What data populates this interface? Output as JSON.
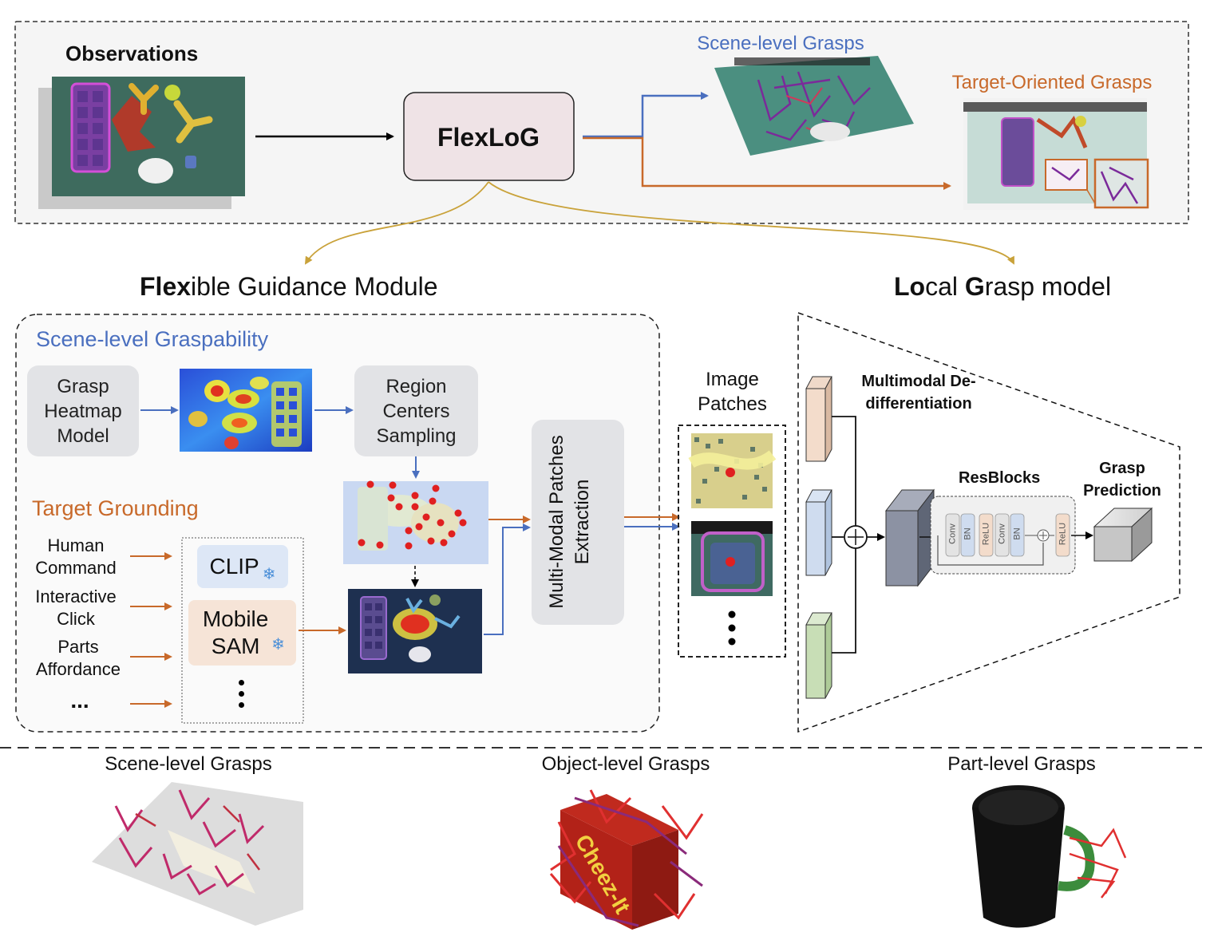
{
  "top_panel": {
    "observations_title": "Observations",
    "flexlog_label": "FlexLoG",
    "scene_grasps_title": "Scene-level Grasps",
    "target_grasps_title": "Target-Oriented Grasps"
  },
  "headings": {
    "fgm_bold": "Flex",
    "fgm_rest": "ible Guidance Module",
    "lgm_bold1": "Lo",
    "lgm_mid": "cal ",
    "lgm_bold2": "G",
    "lgm_rest": "rasp model"
  },
  "fgm": {
    "scene_graspability": "Scene-level Graspability",
    "heatmap_model": "Grasp Heatmap Model",
    "region_sampling": "Region Centers Sampling",
    "target_grounding": "Target Grounding",
    "inputs": [
      "Human Command",
      "Interactive Click",
      "Parts Affordance",
      "..."
    ],
    "clip": "CLIP",
    "sam": "Mobile SAM",
    "mm_extraction": "Multi-Modal Patches Extraction",
    "image_patches": "Image Patches"
  },
  "lgm": {
    "mm_dedifferentiation": "Multimodal De-differentiation",
    "resblocks": "ResBlocks",
    "grasp_prediction": "Grasp Prediction",
    "layers": [
      "Conv",
      "BN",
      "ReLU",
      "Conv",
      "BN",
      "ReLU"
    ]
  },
  "bottom": {
    "scene": "Scene-level Grasps",
    "object": "Object-level Grasps",
    "part": "Part-level Grasps",
    "box_brand": "Cheez-It"
  },
  "colors": {
    "blue": "#4a6fbf",
    "orange": "#c8692a",
    "gold": "#c9a23a",
    "flexlog_fill": "#efe3e6"
  }
}
